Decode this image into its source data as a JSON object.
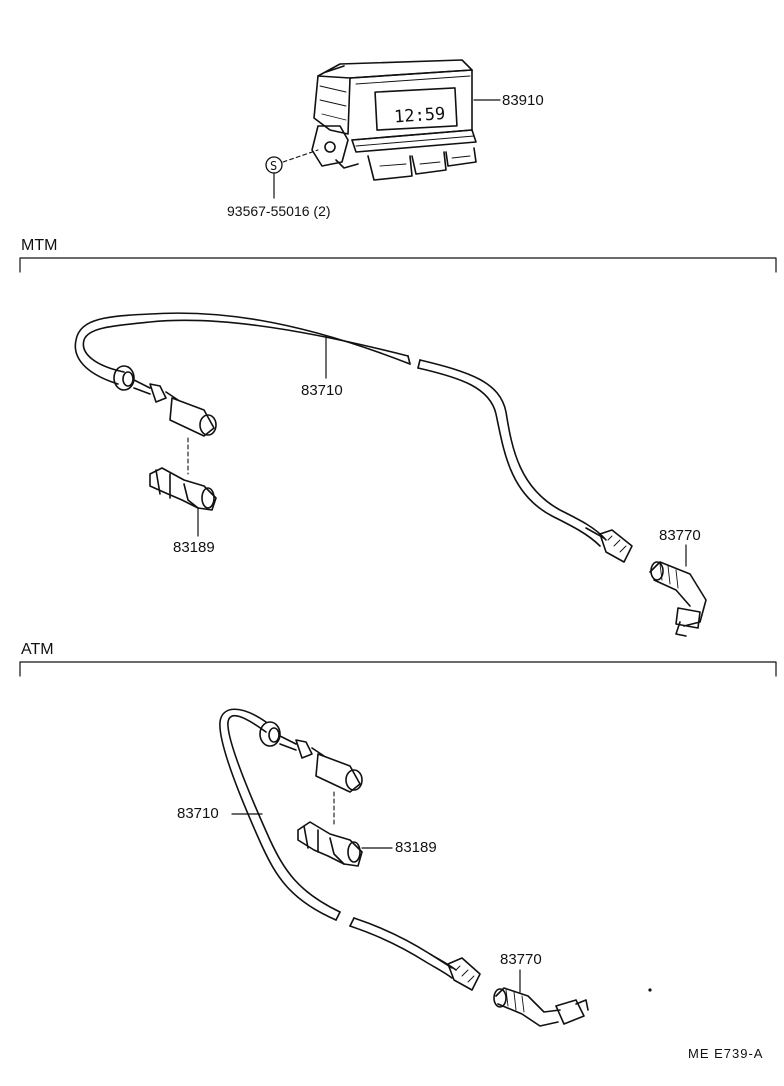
{
  "clock": {
    "part": "83910",
    "display": "12:59"
  },
  "screw": {
    "symbol": "S",
    "part": "93567-55016 (2)"
  },
  "sections": {
    "mtm": {
      "label": "MTM",
      "cable": "83710",
      "clamp": "83189",
      "driven_gear": "83770"
    },
    "atm": {
      "label": "ATM",
      "cable": "83710",
      "clamp": "83189",
      "driven_gear": "83770"
    }
  },
  "ref_code": "ME  E739-A"
}
